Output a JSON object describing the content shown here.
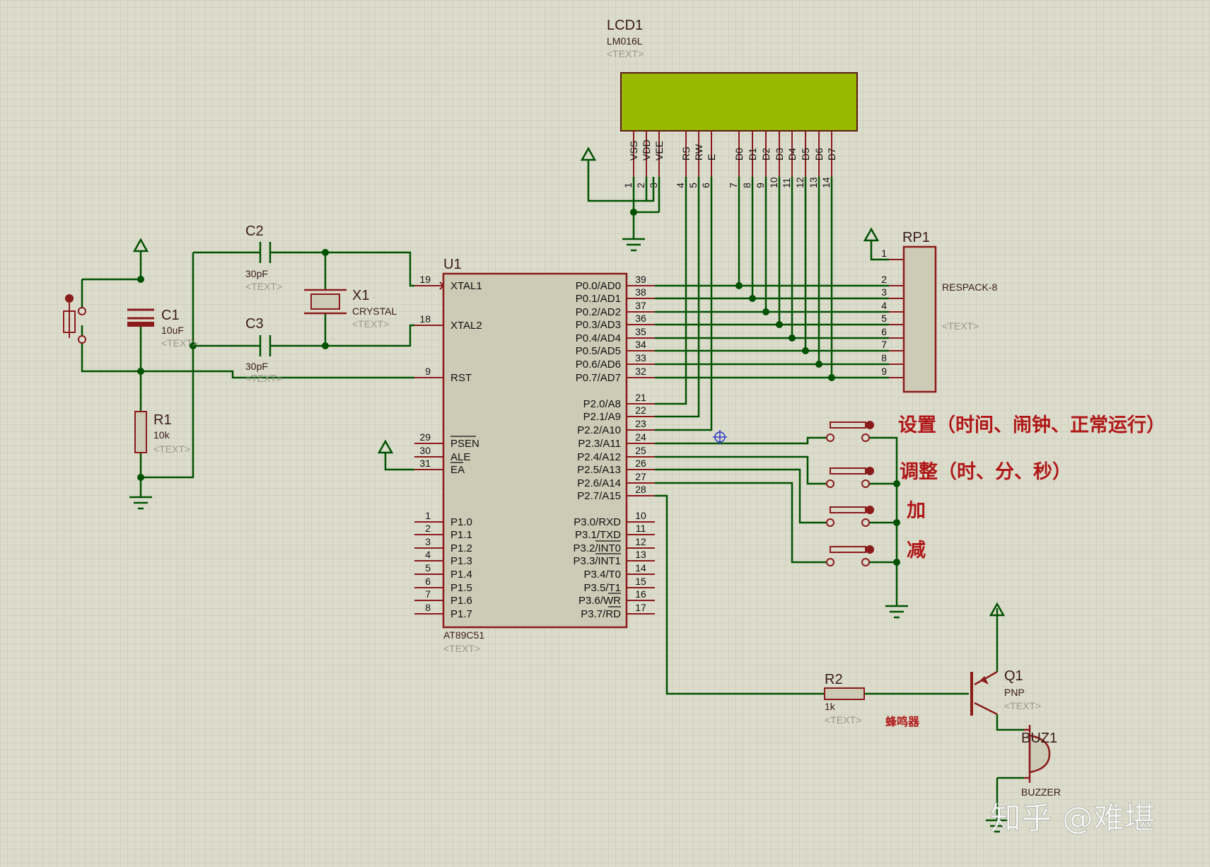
{
  "lcd": {
    "ref": "LCD1",
    "value": "LM016L",
    "text": "<TEXT>",
    "pins": [
      {
        "name": "VSS",
        "num": "1"
      },
      {
        "name": "VDD",
        "num": "2"
      },
      {
        "name": "VEE",
        "num": "3"
      },
      {
        "name": "RS",
        "num": "4"
      },
      {
        "name": "RW",
        "num": "5"
      },
      {
        "name": "E",
        "num": "6"
      },
      {
        "name": "D0",
        "num": "7"
      },
      {
        "name": "D1",
        "num": "8"
      },
      {
        "name": "D2",
        "num": "9"
      },
      {
        "name": "D3",
        "num": "10"
      },
      {
        "name": "D4",
        "num": "11"
      },
      {
        "name": "D5",
        "num": "12"
      },
      {
        "name": "D6",
        "num": "13"
      },
      {
        "name": "D7",
        "num": "14"
      }
    ]
  },
  "u1": {
    "ref": "U1",
    "value": "AT89C51",
    "text": "<TEXT>",
    "left_pins": [
      {
        "name": "XTAL1",
        "num": "19"
      },
      {
        "name": "XTAL2",
        "num": "18"
      },
      {
        "name": "RST",
        "num": "9"
      },
      {
        "name": "PSEN",
        "num": "29"
      },
      {
        "name": "ALE",
        "num": "30"
      },
      {
        "name": "EA",
        "num": "31"
      },
      {
        "name": "P1.0",
        "num": "1"
      },
      {
        "name": "P1.1",
        "num": "2"
      },
      {
        "name": "P1.2",
        "num": "3"
      },
      {
        "name": "P1.3",
        "num": "4"
      },
      {
        "name": "P1.4",
        "num": "5"
      },
      {
        "name": "P1.5",
        "num": "6"
      },
      {
        "name": "P1.6",
        "num": "7"
      },
      {
        "name": "P1.7",
        "num": "8"
      }
    ],
    "right_pins": [
      {
        "name": "P0.0/AD0",
        "num": "39"
      },
      {
        "name": "P0.1/AD1",
        "num": "38"
      },
      {
        "name": "P0.2/AD2",
        "num": "37"
      },
      {
        "name": "P0.3/AD3",
        "num": "36"
      },
      {
        "name": "P0.4/AD4",
        "num": "35"
      },
      {
        "name": "P0.5/AD5",
        "num": "34"
      },
      {
        "name": "P0.6/AD6",
        "num": "33"
      },
      {
        "name": "P0.7/AD7",
        "num": "32"
      },
      {
        "name": "P2.0/A8",
        "num": "21"
      },
      {
        "name": "P2.1/A9",
        "num": "22"
      },
      {
        "name": "P2.2/A10",
        "num": "23"
      },
      {
        "name": "P2.3/A11",
        "num": "24"
      },
      {
        "name": "P2.4/A12",
        "num": "25"
      },
      {
        "name": "P2.5/A13",
        "num": "26"
      },
      {
        "name": "P2.6/A14",
        "num": "27"
      },
      {
        "name": "P2.7/A15",
        "num": "28"
      },
      {
        "name": "P3.0/RXD",
        "num": "10"
      },
      {
        "name": "P3.1/TXD",
        "num": "11"
      },
      {
        "name": "P3.2/INT0",
        "num": "12"
      },
      {
        "name": "P3.3/INT1",
        "num": "13"
      },
      {
        "name": "P3.4/T0",
        "num": "14"
      },
      {
        "name": "P3.5/T1",
        "num": "15"
      },
      {
        "name": "P3.6/WR",
        "num": "16"
      },
      {
        "name": "P3.7/RD",
        "num": "17"
      }
    ]
  },
  "rp1": {
    "ref": "RP1",
    "value": "RESPACK-8",
    "text": "<TEXT>",
    "pins": [
      "1",
      "2",
      "3",
      "4",
      "5",
      "6",
      "7",
      "8",
      "9"
    ]
  },
  "c1": {
    "ref": "C1",
    "value": "10uF",
    "text": "<TEXT>"
  },
  "c2": {
    "ref": "C2",
    "value": "30pF",
    "text": "<TEXT>"
  },
  "c3": {
    "ref": "C3",
    "value": "30pF",
    "text": "<TEXT>"
  },
  "x1": {
    "ref": "X1",
    "value": "CRYSTAL",
    "text": "<TEXT>"
  },
  "r1": {
    "ref": "R1",
    "value": "10k",
    "text": "<TEXT>"
  },
  "r2": {
    "ref": "R2",
    "value": "1k",
    "text": "<TEXT>"
  },
  "q1": {
    "ref": "Q1",
    "value": "PNP",
    "text": "<TEXT>"
  },
  "buz1": {
    "ref": "BUZ1",
    "value": "BUZZER"
  },
  "annotations": {
    "button1": "设置（时间、闹钟、正常运行）",
    "button2": "调整（时、分、秒）",
    "button3": "加",
    "button4": "减",
    "buzzer": "蜂鸣器"
  },
  "watermark": "知乎 @难堪",
  "colors": {
    "wire": "#005200",
    "body": "#cdcab6",
    "outline": "#8b1a1a",
    "lcd_screen": "#99b800",
    "annotation": "#b01818",
    "grid": "#c9c9b8"
  }
}
